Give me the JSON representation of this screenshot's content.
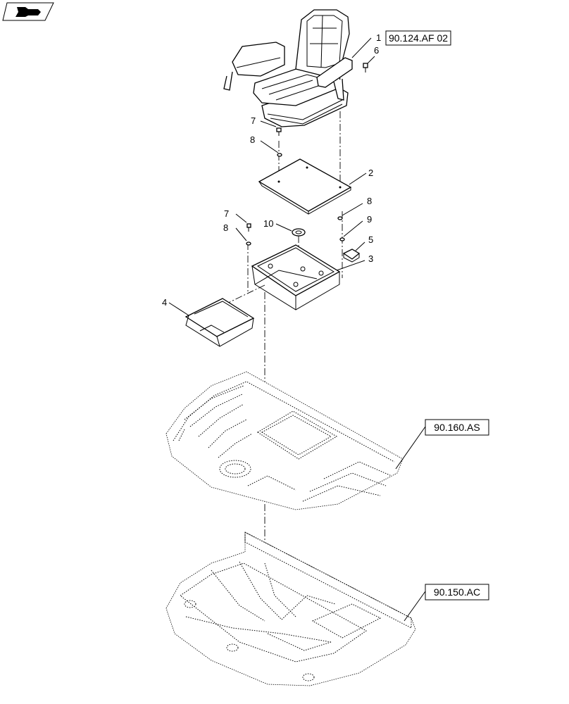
{
  "callouts": {
    "c1": "1",
    "c2": "2",
    "c3": "3",
    "c4": "4",
    "c5": "5",
    "c6": "6",
    "c7a": "7",
    "c7b": "7",
    "c8a": "8",
    "c8b": "8",
    "c8c": "8",
    "c9": "9",
    "c10": "10"
  },
  "references": {
    "seat_ref": "90.124.AF 02",
    "platform_ref": "90.160.AS",
    "floor_ref": "90.150.AC"
  }
}
